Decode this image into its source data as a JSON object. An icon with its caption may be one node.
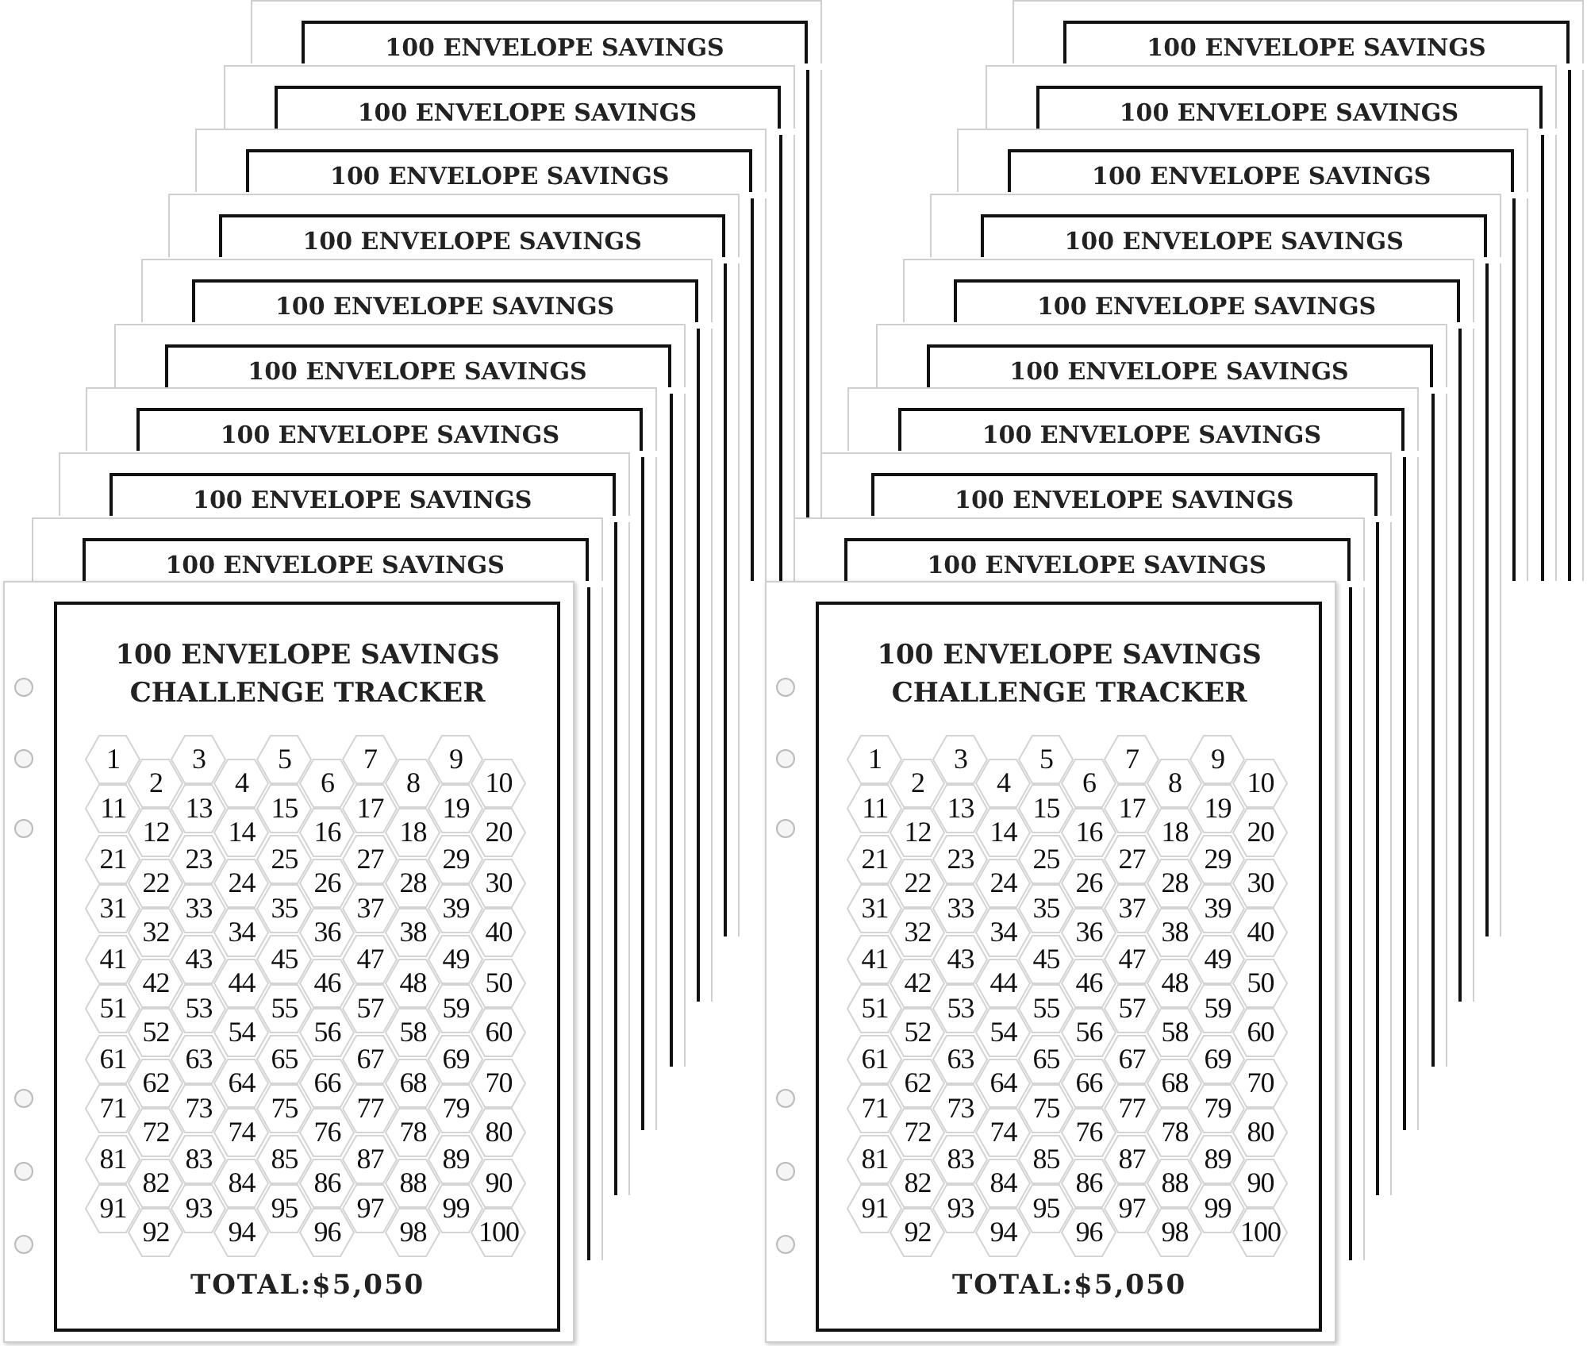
{
  "diagram": {
    "nodes": [
      {
        "text": [
          "100 ENVELOPE SAVINGS"
        ]
      },
      {
        "text": [
          "100 ENVELOPE SAVINGS"
        ]
      },
      {
        "text": [
          "100 ENVELOPE SAVINGS"
        ]
      },
      {
        "text": [
          "100 ENVELOPE SAVINGS"
        ]
      },
      {
        "text": [
          "100 ENVELOPE SAVINGS"
        ]
      },
      {
        "text": [
          "100 ENVELOPE SAVINGS"
        ]
      },
      {
        "text": [
          "100 ENVELOPE SAVINGS"
        ]
      },
      {
        "text": [
          "100 ENVELOPE SAVINGS"
        ]
      },
      {
        "text": [
          "100 ENVELOPE SAVINGS"
        ]
      },
      {
        "text": [
          "100 ENVELOPE SAVINGS CHALLENGE TRACKER",
          "TOTAL:$5,050"
        ]
      },
      {
        "text": [
          "1"
        ],
        "in": 9
      },
      {
        "text": [
          "2"
        ],
        "in": 9
      },
      {
        "text": [
          "3"
        ],
        "in": 9
      },
      {
        "text": [
          "4"
        ],
        "in": 9
      },
      {
        "text": [
          "5"
        ],
        "in": 9
      },
      {
        "text": [
          "6"
        ],
        "in": 9
      },
      {
        "text": [
          "7"
        ],
        "in": 9
      },
      {
        "text": [
          "8"
        ],
        "in": 9
      },
      {
        "text": [
          "9"
        ],
        "in": 9
      },
      {
        "text": [
          "10"
        ],
        "in": 9
      },
      {
        "text": [
          "11"
        ],
        "in": 9
      },
      {
        "text": [
          "12"
        ],
        "in": 9
      },
      {
        "text": [
          "13"
        ],
        "in": 9
      },
      {
        "text": [
          "14"
        ],
        "in": 9
      },
      {
        "text": [
          "15"
        ],
        "in": 9
      },
      {
        "text": [
          "16"
        ],
        "in": 9
      },
      {
        "text": [
          "17"
        ],
        "in": 9
      },
      {
        "text": [
          "18"
        ],
        "in": 9
      },
      {
        "text": [
          "19"
        ],
        "in": 9
      },
      {
        "text": [
          "20"
        ],
        "in": 9
      },
      {
        "text": [
          "21"
        ],
        "in": 9
      },
      {
        "text": [
          "22"
        ],
        "in": 9
      },
      {
        "text": [
          "23"
        ],
        "in": 9
      },
      {
        "text": [
          "24"
        ],
        "in": 9
      },
      {
        "text": [
          "25"
        ],
        "in": 9
      },
      {
        "text": [
          "26"
        ],
        "in": 9
      },
      {
        "text": [
          "27"
        ],
        "in": 9
      },
      {
        "text": [
          "28"
        ],
        "in": 9
      },
      {
        "text": [
          "29"
        ],
        "in": 9
      },
      {
        "text": [
          "30"
        ],
        "in": 9
      },
      {
        "text": [
          "31"
        ],
        "in": 9
      },
      {
        "text": [
          "32"
        ],
        "in": 9
      },
      {
        "text": [
          "33"
        ],
        "in": 9
      },
      {
        "text": [
          "34"
        ],
        "in": 9
      },
      {
        "text": [
          "35"
        ],
        "in": 9
      },
      {
        "text": [
          "36"
        ],
        "in": 9
      },
      {
        "text": [
          "37"
        ],
        "in": 9
      },
      {
        "text": [
          "38"
        ],
        "in": 9
      },
      {
        "text": [
          "39"
        ],
        "in": 9
      },
      {
        "text": [
          "40"
        ],
        "in": 9
      },
      {
        "text": [
          "41"
        ],
        "in": 9
      },
      {
        "text": [
          "42"
        ],
        "in": 9
      },
      {
        "text": [
          "43"
        ],
        "in": 9
      },
      {
        "text": [
          "44"
        ],
        "in": 9
      },
      {
        "text": [
          "45"
        ],
        "in": 9
      },
      {
        "text": [
          "46"
        ],
        "in": 9
      },
      {
        "text": [
          "47"
        ],
        "in": 9
      },
      {
        "text": [
          "48"
        ],
        "in": 9
      },
      {
        "text": [
          "49"
        ],
        "in": 9
      },
      {
        "text": [
          "50"
        ],
        "in": 9
      },
      {
        "text": [
          "51"
        ],
        "in": 9
      },
      {
        "text": [
          "52"
        ],
        "in": 9
      },
      {
        "text": [
          "53"
        ],
        "in": 9
      },
      {
        "text": [
          "54"
        ],
        "in": 9
      },
      {
        "text": [
          "55"
        ],
        "in": 9
      },
      {
        "text": [
          "56"
        ],
        "in": 9
      },
      {
        "text": [
          "57"
        ],
        "in": 9
      },
      {
        "text": [
          "58"
        ],
        "in": 9
      },
      {
        "text": [
          "59"
        ],
        "in": 9
      },
      {
        "text": [
          "60"
        ],
        "in": 9
      },
      {
        "text": [
          "61"
        ],
        "in": 9
      },
      {
        "text": [
          "62"
        ],
        "in": 9
      },
      {
        "text": [
          "63"
        ],
        "in": 9
      },
      {
        "text": [
          "64"
        ],
        "in": 9
      },
      {
        "text": [
          "65"
        ],
        "in": 9
      },
      {
        "text": [
          "66"
        ],
        "in": 9
      },
      {
        "text": [
          "67"
        ],
        "in": 9
      },
      {
        "text": [
          "68"
        ],
        "in": 9
      },
      {
        "text": [
          "69"
        ],
        "in": 9
      },
      {
        "text": [
          "70"
        ],
        "in": 9
      },
      {
        "text": [
          "71"
        ],
        "in": 9
      },
      {
        "text": [
          "72"
        ],
        "in": 9
      },
      {
        "text": [
          "73"
        ],
        "in": 9
      },
      {
        "text": [
          "74"
        ],
        "in": 9
      },
      {
        "text": [
          "75"
        ],
        "in": 9
      },
      {
        "text": [
          "76"
        ],
        "in": 9
      },
      {
        "text": [
          "77"
        ],
        "in": 9
      },
      {
        "text": [
          "78"
        ],
        "in": 9
      },
      {
        "text": [
          "79"
        ],
        "in": 9
      },
      {
        "text": [
          "80"
        ],
        "in": 9
      },
      {
        "text": [
          "81"
        ],
        "in": 9
      },
      {
        "text": [
          "82"
        ],
        "in": 9
      },
      {
        "text": [
          "83"
        ],
        "in": 9
      },
      {
        "text": [
          "84"
        ],
        "in": 9
      },
      {
        "text": [
          "85"
        ],
        "in": 9
      },
      {
        "text": [
          "86"
        ],
        "in": 9
      },
      {
        "text": [
          "87"
        ],
        "in": 9
      },
      {
        "text": [
          "88"
        ],
        "in": 9
      },
      {
        "text": [
          "89"
        ],
        "in": 9
      },
      {
        "text": [
          "90"
        ],
        "in": 9
      },
      {
        "text": [
          "91"
        ],
        "in": 9
      },
      {
        "text": [
          "92"
        ],
        "in": 9
      },
      {
        "text": [
          "93"
        ],
        "in": 9
      },
      {
        "text": [
          "94"
        ],
        "in": 9
      },
      {
        "text": [
          "95"
        ],
        "in": 9
      },
      {
        "text": [
          "96"
        ],
        "in": 9
      },
      {
        "text": [
          "97"
        ],
        "in": 9
      },
      {
        "text": [
          "98"
        ],
        "in": 9
      },
      {
        "text": [
          "99"
        ],
        "in": 9
      },
      {
        "text": [
          "100"
        ],
        "in": 9
      },
      {
        "text": [
          "100 ENVELOPE SAVINGS"
        ]
      },
      {
        "text": [
          "100 ENVELOPE SAVINGS"
        ]
      },
      {
        "text": [
          "100 ENVELOPE SAVINGS"
        ]
      },
      {
        "text": [
          "100 ENVELOPE SAVINGS"
        ]
      },
      {
        "text": [
          "100 ENVELOPE SAVINGS"
        ]
      },
      {
        "text": [
          "100 ENVELOPE SAVINGS"
        ]
      },
      {
        "text": [
          "100 ENVELOPE SAVINGS"
        ]
      },
      {
        "text": [
          "100 ENVELOPE SAVINGS"
        ]
      },
      {
        "text": [
          "100 ENVELOPE SAVINGS"
        ]
      },
      {
        "text": [
          "100 ENVELOPE SAVINGS CHALLENGE TRACKER",
          "TOTAL:$5,050"
        ]
      },
      {
        "text": [
          "1"
        ],
        "in": 119
      },
      {
        "text": [
          "2"
        ],
        "in": 119
      },
      {
        "text": [
          "3"
        ],
        "in": 119
      },
      {
        "text": [
          "4"
        ],
        "in": 119
      },
      {
        "text": [
          "5"
        ],
        "in": 119
      },
      {
        "text": [
          "6"
        ],
        "in": 119
      },
      {
        "text": [
          "7"
        ],
        "in": 119
      },
      {
        "text": [
          "8"
        ],
        "in": 119
      },
      {
        "text": [
          "9"
        ],
        "in": 119
      },
      {
        "text": [
          "10"
        ],
        "in": 119
      },
      {
        "text": [
          "11"
        ],
        "in": 119
      },
      {
        "text": [
          "12"
        ],
        "in": 119
      },
      {
        "text": [
          "13"
        ],
        "in": 119
      },
      {
        "text": [
          "14"
        ],
        "in": 119
      },
      {
        "text": [
          "15"
        ],
        "in": 119
      },
      {
        "text": [
          "16"
        ],
        "in": 119
      },
      {
        "text": [
          "17"
        ],
        "in": 119
      },
      {
        "text": [
          "18"
        ],
        "in": 119
      },
      {
        "text": [
          "19"
        ],
        "in": 119
      },
      {
        "text": [
          "20"
        ],
        "in": 119
      },
      {
        "text": [
          "21"
        ],
        "in": 119
      },
      {
        "text": [
          "22"
        ],
        "in": 119
      },
      {
        "text": [
          "23"
        ],
        "in": 119
      },
      {
        "text": [
          "24"
        ],
        "in": 119
      },
      {
        "text": [
          "25"
        ],
        "in": 119
      },
      {
        "text": [
          "26"
        ],
        "in": 119
      },
      {
        "text": [
          "27"
        ],
        "in": 119
      },
      {
        "text": [
          "28"
        ],
        "in": 119
      },
      {
        "text": [
          "29"
        ],
        "in": 119
      },
      {
        "text": [
          "30"
        ],
        "in": 119
      },
      {
        "text": [
          "31"
        ],
        "in": 119
      },
      {
        "text": [
          "32"
        ],
        "in": 119
      },
      {
        "text": [
          "33"
        ],
        "in": 119
      },
      {
        "text": [
          "34"
        ],
        "in": 119
      },
      {
        "text": [
          "35"
        ],
        "in": 119
      },
      {
        "text": [
          "36"
        ],
        "in": 119
      },
      {
        "text": [
          "37"
        ],
        "in": 119
      },
      {
        "text": [
          "38"
        ],
        "in": 119
      },
      {
        "text": [
          "39"
        ],
        "in": 119
      },
      {
        "text": [
          "40"
        ],
        "in": 119
      },
      {
        "text": [
          "41"
        ],
        "in": 119
      },
      {
        "text": [
          "42"
        ],
        "in": 119
      },
      {
        "text": [
          "43"
        ],
        "in": 119
      },
      {
        "text": [
          "44"
        ],
        "in": 119
      },
      {
        "text": [
          "45"
        ],
        "in": 119
      },
      {
        "text": [
          "46"
        ],
        "in": 119
      },
      {
        "text": [
          "47"
        ],
        "in": 119
      },
      {
        "text": [
          "48"
        ],
        "in": 119
      },
      {
        "text": [
          "49"
        ],
        "in": 119
      },
      {
        "text": [
          "50"
        ],
        "in": 119
      },
      {
        "text": [
          "51"
        ],
        "in": 119
      },
      {
        "text": [
          "52"
        ],
        "in": 119
      },
      {
        "text": [
          "53"
        ],
        "in": 119
      },
      {
        "text": [
          "54"
        ],
        "in": 119
      },
      {
        "text": [
          "55"
        ],
        "in": 119
      },
      {
        "text": [
          "56"
        ],
        "in": 119
      },
      {
        "text": [
          "57"
        ],
        "in": 119
      },
      {
        "text": [
          "58"
        ],
        "in": 119
      },
      {
        "text": [
          "59"
        ],
        "in": 119
      },
      {
        "text": [
          "60"
        ],
        "in": 119
      },
      {
        "text": [
          "61"
        ],
        "in": 119
      },
      {
        "text": [
          "62"
        ],
        "in": 119
      },
      {
        "text": [
          "63"
        ],
        "in": 119
      },
      {
        "text": [
          "64"
        ],
        "in": 119
      },
      {
        "text": [
          "65"
        ],
        "in": 119
      },
      {
        "text": [
          "66"
        ],
        "in": 119
      },
      {
        "text": [
          "67"
        ],
        "in": 119
      },
      {
        "text": [
          "68"
        ],
        "in": 119
      },
      {
        "text": [
          "69"
        ],
        "in": 119
      },
      {
        "text": [
          "70"
        ],
        "in": 119
      },
      {
        "text": [
          "71"
        ],
        "in": 119
      },
      {
        "text": [
          "72"
        ],
        "in": 119
      },
      {
        "text": [
          "73"
        ],
        "in": 119
      },
      {
        "text": [
          "74"
        ],
        "in": 119
      },
      {
        "text": [
          "75"
        ],
        "in": 119
      },
      {
        "text": [
          "76"
        ],
        "in": 119
      },
      {
        "text": [
          "77"
        ],
        "in": 119
      },
      {
        "text": [
          "78"
        ],
        "in": 119
      },
      {
        "text": [
          "79"
        ],
        "in": 119
      },
      {
        "text": [
          "80"
        ],
        "in": 119
      },
      {
        "text": [
          "81"
        ],
        "in": 119
      },
      {
        "text": [
          "82"
        ],
        "in": 119
      },
      {
        "text": [
          "83"
        ],
        "in": 119
      },
      {
        "text": [
          "84"
        ],
        "in": 119
      },
      {
        "text": [
          "85"
        ],
        "in": 119
      },
      {
        "text": [
          "86"
        ],
        "in": 119
      },
      {
        "text": [
          "87"
        ],
        "in": 119
      },
      {
        "text": [
          "88"
        ],
        "in": 119
      },
      {
        "text": [
          "89"
        ],
        "in": 119
      },
      {
        "text": [
          "90"
        ],
        "in": 119
      },
      {
        "text": [
          "91"
        ],
        "in": 119
      },
      {
        "text": [
          "92"
        ],
        "in": 119
      },
      {
        "text": [
          "93"
        ],
        "in": 119
      },
      {
        "text": [
          "94"
        ],
        "in": 119
      },
      {
        "text": [
          "95"
        ],
        "in": 119
      },
      {
        "text": [
          "96"
        ],
        "in": 119
      },
      {
        "text": [
          "97"
        ],
        "in": 119
      },
      {
        "text": [
          "98"
        ],
        "in": 119
      },
      {
        "text": [
          "99"
        ],
        "in": 119
      },
      {
        "text": [
          "100"
        ],
        "in": 119
      }
    ]
  }
}
